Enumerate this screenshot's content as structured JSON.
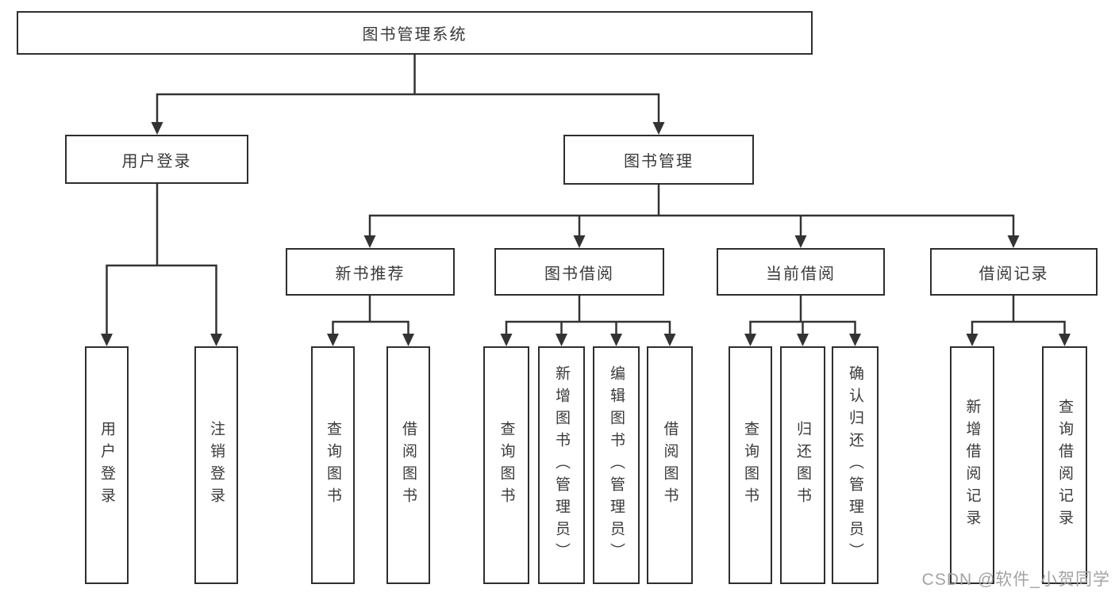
{
  "tree": {
    "root": {
      "label": "图书管理系统"
    },
    "level2": [
      {
        "label": "用户登录"
      },
      {
        "label": "图书管理"
      }
    ],
    "level3": [
      {
        "label": "新书推荐"
      },
      {
        "label": "图书借阅"
      },
      {
        "label": "当前借阅"
      },
      {
        "label": "借阅记录"
      }
    ],
    "level4": {
      "user_login": [
        "用户登录",
        "注销登录"
      ],
      "new_book": [
        "查询图书",
        "借阅图书"
      ],
      "book_borrow": [
        "查询图书",
        "新增图书（管理员）",
        "编辑图书（管理员）",
        "借阅图书"
      ],
      "current_borrow": [
        "查询图书",
        "归还图书",
        "确认归还（管理员）"
      ],
      "borrow_record": [
        "新增借阅记录",
        "查询借阅记录"
      ]
    }
  },
  "watermark": "CSDN @软件_小贺同学",
  "colors": {
    "line": "#333333",
    "box_border": "#2e2e2e",
    "text": "#3a3a3a",
    "watermark": "#a3a3a3",
    "background": "#ffffff"
  }
}
